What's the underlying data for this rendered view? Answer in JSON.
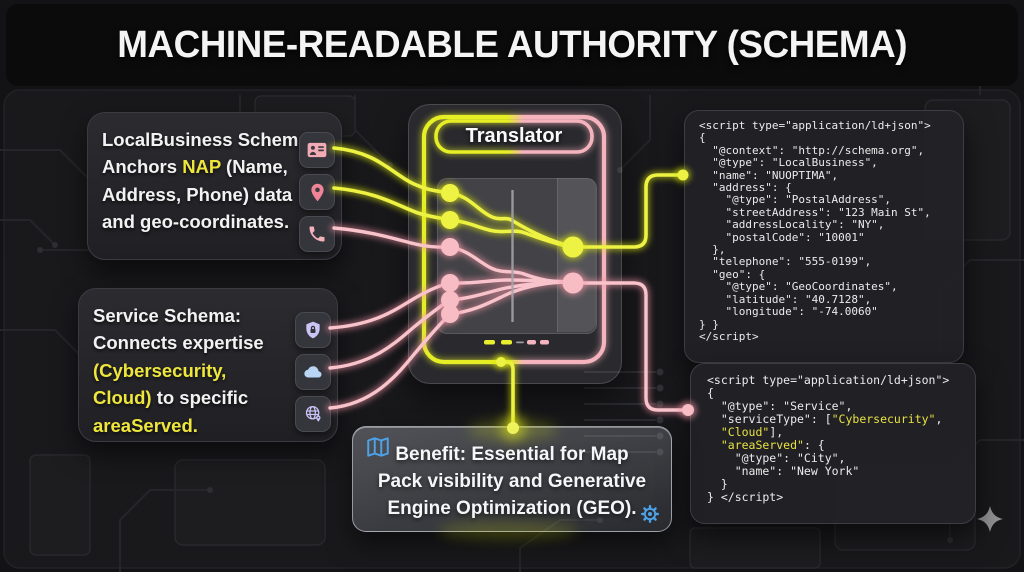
{
  "header": {
    "title": "MACHINE-READABLE AUTHORITY (SCHEMA)"
  },
  "palette": {
    "yellow": "#e8ef2e",
    "pink": "#f5b4be",
    "blue": "#4da3ea",
    "text": "#f2f2f2"
  },
  "info_boxes": {
    "localbusiness": {
      "lines": [
        [
          {
            "t": "LocalBusiness Schema:",
            "c": "w"
          }
        ],
        [
          {
            "t": "Anchors ",
            "c": "w"
          },
          {
            "t": "NAP",
            "c": "y"
          },
          {
            "t": " (Name,",
            "c": "w"
          }
        ],
        [
          {
            "t": "Address, Phone) data",
            "c": "w"
          }
        ],
        [
          {
            "t": "and geo-coordinates.",
            "c": "w"
          }
        ]
      ],
      "icons": [
        "contact-card",
        "location-pin",
        "phone"
      ]
    },
    "service": {
      "lines": [
        [
          {
            "t": "Service Schema:",
            "c": "w"
          }
        ],
        [
          {
            "t": "Connects expertise",
            "c": "w"
          }
        ],
        [
          {
            "t": "(Cybersecurity,",
            "c": "y"
          }
        ],
        [
          {
            "t": "Cloud)",
            "c": "y"
          },
          {
            "t": " to specific",
            "c": "w"
          }
        ],
        [
          {
            "t": "areaServed.",
            "c": "y"
          }
        ]
      ],
      "icons": [
        "shield-lock",
        "cloud",
        "globe-pin"
      ]
    }
  },
  "translator": {
    "label": "Translator"
  },
  "code_blocks": {
    "localbusiness_jsonld": {
      "lines": [
        [
          {
            "t": "<script type=\"application/ld+json\">",
            "c": "w"
          }
        ],
        [
          {
            "t": "{",
            "c": "w"
          }
        ],
        [
          {
            "t": "  \"@context\": \"http://schema.org\",",
            "c": "w"
          }
        ],
        [
          {
            "t": "  \"@type\": \"LocalBusiness\",",
            "c": "w"
          }
        ],
        [
          {
            "t": "  \"name\": \"NUOPTIMA\",",
            "c": "w"
          }
        ],
        [
          {
            "t": "  \"address\": {",
            "c": "w"
          }
        ],
        [
          {
            "t": "    \"@type\": \"PostalAddress\",",
            "c": "w"
          }
        ],
        [
          {
            "t": "    \"streetAddress\": \"123 Main St\",",
            "c": "w"
          }
        ],
        [
          {
            "t": "    \"addressLocality\": \"NY\",",
            "c": "w"
          }
        ],
        [
          {
            "t": "    \"postalCode\": \"10001\"",
            "c": "w"
          }
        ],
        [
          {
            "t": "  },",
            "c": "w"
          }
        ],
        [
          {
            "t": "  \"telephone\": \"555-0199\",",
            "c": "w"
          }
        ],
        [
          {
            "t": "  \"geo\": {",
            "c": "w"
          }
        ],
        [
          {
            "t": "    \"@type\": \"GeoCoordinates\",",
            "c": "w"
          }
        ],
        [
          {
            "t": "    \"latitude\": \"40.7128\",",
            "c": "w"
          }
        ],
        [
          {
            "t": "    \"longitude\": \"-74.0060\"",
            "c": "w"
          }
        ],
        [
          {
            "t": "} }",
            "c": "w"
          }
        ],
        [
          {
            "t": "</script>",
            "c": "w"
          }
        ]
      ]
    },
    "service_jsonld": {
      "lines": [
        [
          {
            "t": "<script type=\"application/ld+json\">",
            "c": "w"
          }
        ],
        [
          {
            "t": "{",
            "c": "w"
          }
        ],
        [
          {
            "t": "  \"@type\": \"Service\",",
            "c": "w"
          }
        ],
        [
          {
            "t": "  \"serviceType\": [",
            "c": "w"
          },
          {
            "t": "\"Cybersecurity\"",
            "c": "y"
          },
          {
            "t": ",",
            "c": "w"
          }
        ],
        [
          {
            "t": "  ",
            "c": "w"
          },
          {
            "t": "\"Cloud\"",
            "c": "y"
          },
          {
            "t": "],",
            "c": "w"
          }
        ],
        [
          {
            "t": "  ",
            "c": "w"
          },
          {
            "t": "\"areaServed\"",
            "c": "y"
          },
          {
            "t": ": {",
            "c": "w"
          }
        ],
        [
          {
            "t": "    \"@type\": \"City\",",
            "c": "w"
          }
        ],
        [
          {
            "t": "    \"name\": \"New York\"",
            "c": "w"
          }
        ],
        [
          {
            "t": "  }",
            "c": "w"
          }
        ],
        [
          {
            "t": "} </script>",
            "c": "w"
          }
        ]
      ]
    }
  },
  "benefit": {
    "lines": [
      "Benefit: Essential for Map",
      "Pack visibility and Generative",
      "Engine Optimization (GEO)."
    ],
    "icons": [
      "map",
      "gear"
    ]
  }
}
